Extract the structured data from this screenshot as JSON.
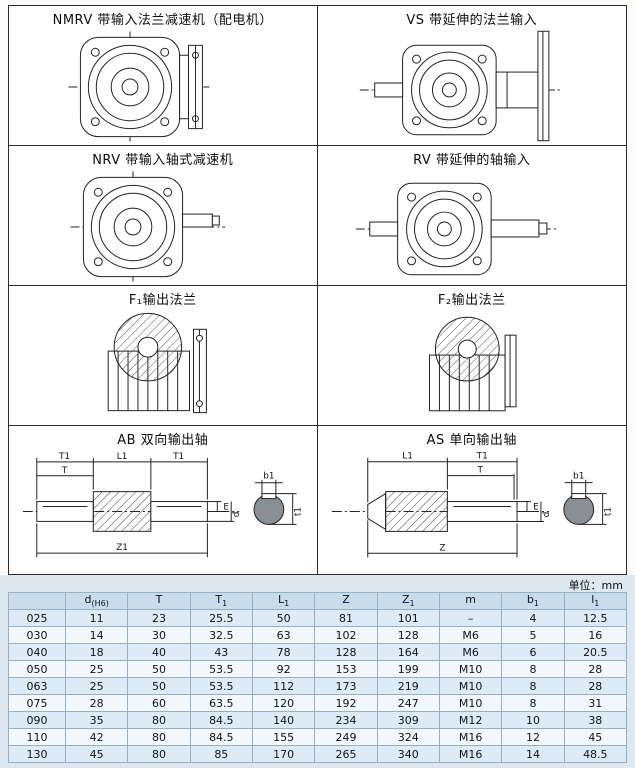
{
  "page": {
    "unit_label": "单位：mm"
  },
  "colors": {
    "line": "#222222",
    "grid_border": "#2b2b2b",
    "table_header_bg": "#c9dcec",
    "table_row_alt_bg": "#dcebf6",
    "table_area_bg": "#dde8f1"
  },
  "panels": [
    {
      "title": "NMRV 带输入法兰减速机（配电机）"
    },
    {
      "title": "VS 带延伸的法兰输入"
    },
    {
      "title": "NRV 带输入轴式减速机"
    },
    {
      "title": "RV 带延伸的轴输入"
    },
    {
      "title": "F₁输出法兰"
    },
    {
      "title": "F₂输出法兰"
    },
    {
      "title": "AB 双向输出轴"
    },
    {
      "title": "AS 单向输出轴"
    }
  ],
  "ab_labels": {
    "t1_left": "T1",
    "l1": "L1",
    "t1_right": "T1",
    "t": "T",
    "e": "E",
    "d": "d",
    "z1": "Z1",
    "b1": "b1",
    "tt1": "t1"
  },
  "as_labels": {
    "l1": "L1",
    "t1": "T1",
    "t": "T",
    "e": "E",
    "d": "d",
    "z": "Z",
    "b1": "b1",
    "tt1": "t1"
  },
  "table": {
    "headers": [
      {
        "main": "",
        "sub": ""
      },
      {
        "main": "d",
        "sub": "(H6)"
      },
      {
        "main": "T",
        "sub": ""
      },
      {
        "main": "T",
        "sub": "1"
      },
      {
        "main": "L",
        "sub": "1"
      },
      {
        "main": "Z",
        "sub": ""
      },
      {
        "main": "Z",
        "sub": "1"
      },
      {
        "main": "m",
        "sub": ""
      },
      {
        "main": "b",
        "sub": "1"
      },
      {
        "main": "l",
        "sub": "1"
      }
    ],
    "rows": [
      [
        "025",
        "11",
        "23",
        "25.5",
        "50",
        "81",
        "101",
        "–",
        "4",
        "12.5"
      ],
      [
        "030",
        "14",
        "30",
        "32.5",
        "63",
        "102",
        "128",
        "M6",
        "5",
        "16"
      ],
      [
        "040",
        "18",
        "40",
        "43",
        "78",
        "128",
        "164",
        "M6",
        "6",
        "20.5"
      ],
      [
        "050",
        "25",
        "50",
        "53.5",
        "92",
        "153",
        "199",
        "M10",
        "8",
        "28"
      ],
      [
        "063",
        "25",
        "50",
        "53.5",
        "112",
        "173",
        "219",
        "M10",
        "8",
        "28"
      ],
      [
        "075",
        "28",
        "60",
        "63.5",
        "120",
        "192",
        "247",
        "M10",
        "8",
        "31"
      ],
      [
        "090",
        "35",
        "80",
        "84.5",
        "140",
        "234",
        "309",
        "M12",
        "10",
        "38"
      ],
      [
        "110",
        "42",
        "80",
        "84.5",
        "155",
        "249",
        "324",
        "M16",
        "12",
        "45"
      ],
      [
        "130",
        "45",
        "80",
        "85",
        "170",
        "265",
        "340",
        "M16",
        "14",
        "48.5"
      ]
    ]
  }
}
